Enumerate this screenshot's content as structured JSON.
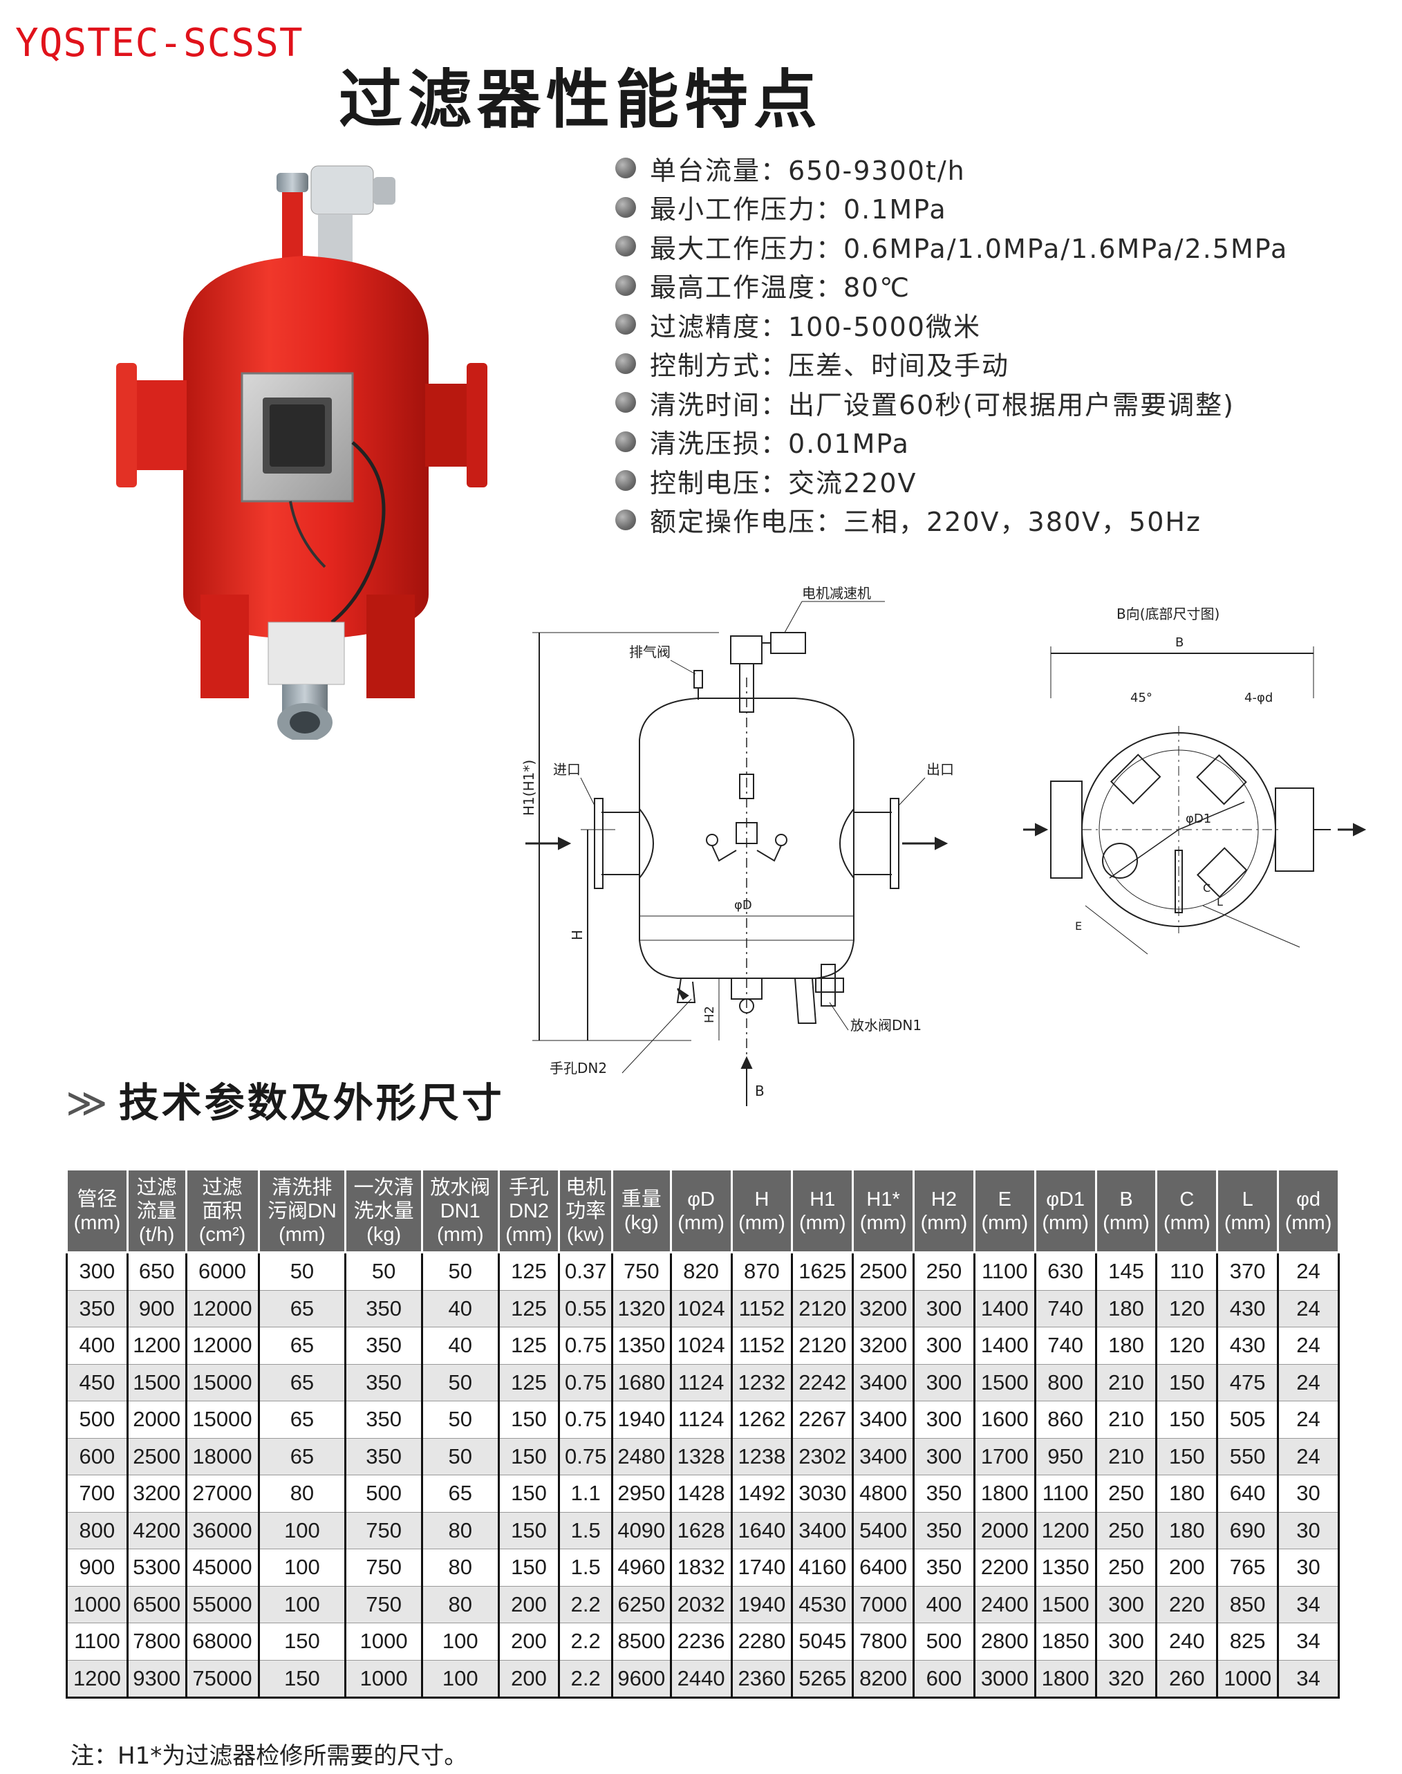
{
  "header": {
    "brand": "YQSTEC-SCSST",
    "title": "过滤器性能特点"
  },
  "features": [
    "单台流量：650-9300t/h",
    "最小工作压力：0.1MPa",
    "最大工作压力：0.6MPa/1.0MPa/1.6MPa/2.5MPa",
    "最高工作温度：80℃",
    "过滤精度：100-5000微米",
    "控制方式：压差、时间及手动",
    "清洗时间：出厂设置60秒(可根据用户需要调整)",
    "清洗压损：0.01MPa",
    "控制电压：交流220V",
    "额定操作电压：三相，220V，380V，50Hz"
  ],
  "drawing": {
    "motor_reducer": "电机减速机",
    "vent_valve": "排气阀",
    "inlet": "进口",
    "outlet": "出口",
    "h1_label": "H1(H1*)",
    "h_label": "H",
    "h2_label": "H2",
    "phi_d": "φD",
    "handhole": "手孔DN2",
    "drain_valve": "放水阀DN1",
    "b_arrow": "B",
    "b_view_title": "B向(底部尺寸图)",
    "b_dim": "B",
    "angle_45": "45°",
    "holes": "4-φd",
    "phi_d1": "φD1",
    "dim_c": "C",
    "dim_l": "L",
    "dim_e": "E"
  },
  "specs": {
    "section_title": "技术参数及外形尺寸",
    "columns": [
      [
        "管径",
        "(mm)"
      ],
      [
        "过滤",
        "流量",
        "(t/h)"
      ],
      [
        "过滤",
        "面积",
        "(cm²)"
      ],
      [
        "清洗排",
        "污阀DN",
        "(mm)"
      ],
      [
        "一次清",
        "洗水量",
        "(kg)"
      ],
      [
        "放水阀",
        "DN1",
        "(mm)"
      ],
      [
        "手孔",
        "DN2",
        "(mm)"
      ],
      [
        "电机",
        "功率",
        "(kw)"
      ],
      [
        "重量",
        "(kg)"
      ],
      [
        "φD",
        "(mm)"
      ],
      [
        "H",
        "(mm)"
      ],
      [
        "H1",
        "(mm)"
      ],
      [
        "H1*",
        "(mm)"
      ],
      [
        "H2",
        "(mm)"
      ],
      [
        "E",
        "(mm)"
      ],
      [
        "φD1",
        "(mm)"
      ],
      [
        "B",
        "(mm)"
      ],
      [
        "C",
        "(mm)"
      ],
      [
        "L",
        "(mm)"
      ],
      [
        "φd",
        "(mm)"
      ]
    ],
    "rows": [
      [
        "300",
        "650",
        "6000",
        "50",
        "50",
        "50",
        "125",
        "0.37",
        "750",
        "820",
        "870",
        "1625",
        "2500",
        "250",
        "1100",
        "630",
        "145",
        "110",
        "370",
        "24"
      ],
      [
        "350",
        "900",
        "12000",
        "65",
        "350",
        "40",
        "125",
        "0.55",
        "1320",
        "1024",
        "1152",
        "2120",
        "3200",
        "300",
        "1400",
        "740",
        "180",
        "120",
        "430",
        "24"
      ],
      [
        "400",
        "1200",
        "12000",
        "65",
        "350",
        "40",
        "125",
        "0.75",
        "1350",
        "1024",
        "1152",
        "2120",
        "3200",
        "300",
        "1400",
        "740",
        "180",
        "120",
        "430",
        "24"
      ],
      [
        "450",
        "1500",
        "15000",
        "65",
        "350",
        "50",
        "125",
        "0.75",
        "1680",
        "1124",
        "1232",
        "2242",
        "3400",
        "300",
        "1500",
        "800",
        "210",
        "150",
        "475",
        "24"
      ],
      [
        "500",
        "2000",
        "15000",
        "65",
        "350",
        "50",
        "150",
        "0.75",
        "1940",
        "1124",
        "1262",
        "2267",
        "3400",
        "300",
        "1600",
        "860",
        "210",
        "150",
        "505",
        "24"
      ],
      [
        "600",
        "2500",
        "18000",
        "65",
        "350",
        "50",
        "150",
        "0.75",
        "2480",
        "1328",
        "1238",
        "2302",
        "3400",
        "300",
        "1700",
        "950",
        "210",
        "150",
        "550",
        "24"
      ],
      [
        "700",
        "3200",
        "27000",
        "80",
        "500",
        "65",
        "150",
        "1.1",
        "2950",
        "1428",
        "1492",
        "3030",
        "4800",
        "350",
        "1800",
        "1100",
        "250",
        "180",
        "640",
        "30"
      ],
      [
        "800",
        "4200",
        "36000",
        "100",
        "750",
        "80",
        "150",
        "1.5",
        "4090",
        "1628",
        "1640",
        "3400",
        "5400",
        "350",
        "2000",
        "1200",
        "250",
        "180",
        "690",
        "30"
      ],
      [
        "900",
        "5300",
        "45000",
        "100",
        "750",
        "80",
        "150",
        "1.5",
        "4960",
        "1832",
        "1740",
        "4160",
        "6400",
        "350",
        "2200",
        "1350",
        "250",
        "200",
        "765",
        "30"
      ],
      [
        "1000",
        "6500",
        "55000",
        "100",
        "750",
        "80",
        "200",
        "2.2",
        "6250",
        "2032",
        "1940",
        "4530",
        "7000",
        "400",
        "2400",
        "1500",
        "300",
        "220",
        "850",
        "34"
      ],
      [
        "1100",
        "7800",
        "68000",
        "150",
        "1000",
        "100",
        "200",
        "2.2",
        "8500",
        "2236",
        "2280",
        "5045",
        "7800",
        "500",
        "2800",
        "1850",
        "300",
        "240",
        "825",
        "34"
      ],
      [
        "1200",
        "9300",
        "75000",
        "150",
        "1000",
        "100",
        "200",
        "2.2",
        "9600",
        "2440",
        "2360",
        "5265",
        "8200",
        "600",
        "3000",
        "1800",
        "320",
        "260",
        "1000",
        "34"
      ]
    ],
    "note": "注：H1*为过滤器检修所需要的尺寸。"
  },
  "colors": {
    "brand_red": "#e0121b",
    "tank_red": "#e3261e",
    "header_gray": "#666666",
    "stripe_gray": "#e6e6e6"
  }
}
